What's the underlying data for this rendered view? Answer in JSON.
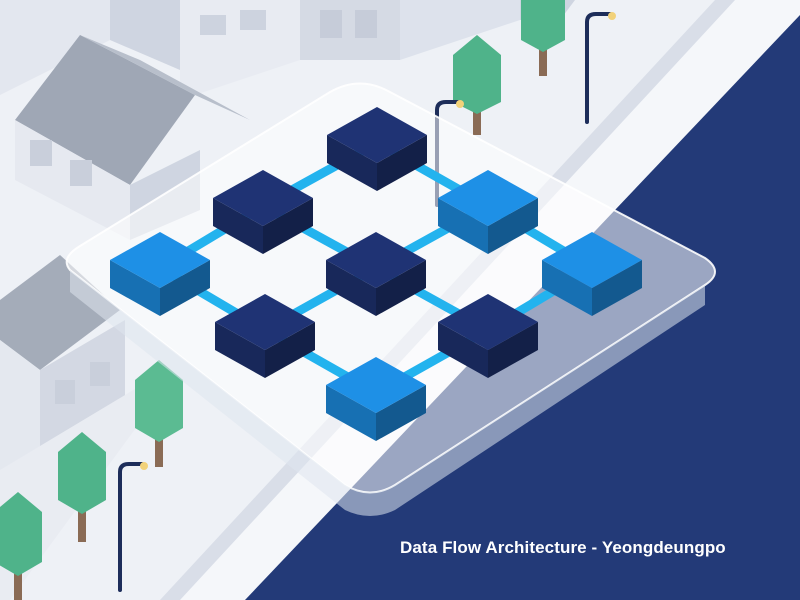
{
  "caption": "Data Flow Architecture - Yeongdeungpo",
  "colors": {
    "background": "#eef1f6",
    "road": "#233a78",
    "node_dark": "#1f3374",
    "node_light": "#1e90e6",
    "connector": "#23b3ee",
    "platform": "#ffffff",
    "tree": "#4fb38a",
    "building": "#dde2ec"
  },
  "icons": [
    "tree-icon",
    "street-lamp-icon",
    "building-icon"
  ],
  "diagram": {
    "nodes": [
      {
        "id": "n-top",
        "tone": "dark"
      },
      {
        "id": "n-upper-left",
        "tone": "dark"
      },
      {
        "id": "n-upper-right",
        "tone": "light"
      },
      {
        "id": "n-left",
        "tone": "light"
      },
      {
        "id": "n-center",
        "tone": "dark"
      },
      {
        "id": "n-right",
        "tone": "light"
      },
      {
        "id": "n-lower-left",
        "tone": "dark"
      },
      {
        "id": "n-lower-right",
        "tone": "dark"
      },
      {
        "id": "n-bottom",
        "tone": "light"
      }
    ],
    "edges": [
      [
        "n-top",
        "n-upper-left"
      ],
      [
        "n-top",
        "n-upper-right"
      ],
      [
        "n-upper-left",
        "n-left"
      ],
      [
        "n-upper-left",
        "n-center"
      ],
      [
        "n-upper-right",
        "n-center"
      ],
      [
        "n-upper-right",
        "n-right"
      ],
      [
        "n-left",
        "n-lower-left"
      ],
      [
        "n-center",
        "n-lower-left"
      ],
      [
        "n-center",
        "n-lower-right"
      ],
      [
        "n-right",
        "n-lower-right"
      ],
      [
        "n-lower-left",
        "n-bottom"
      ],
      [
        "n-lower-right",
        "n-bottom"
      ]
    ]
  }
}
